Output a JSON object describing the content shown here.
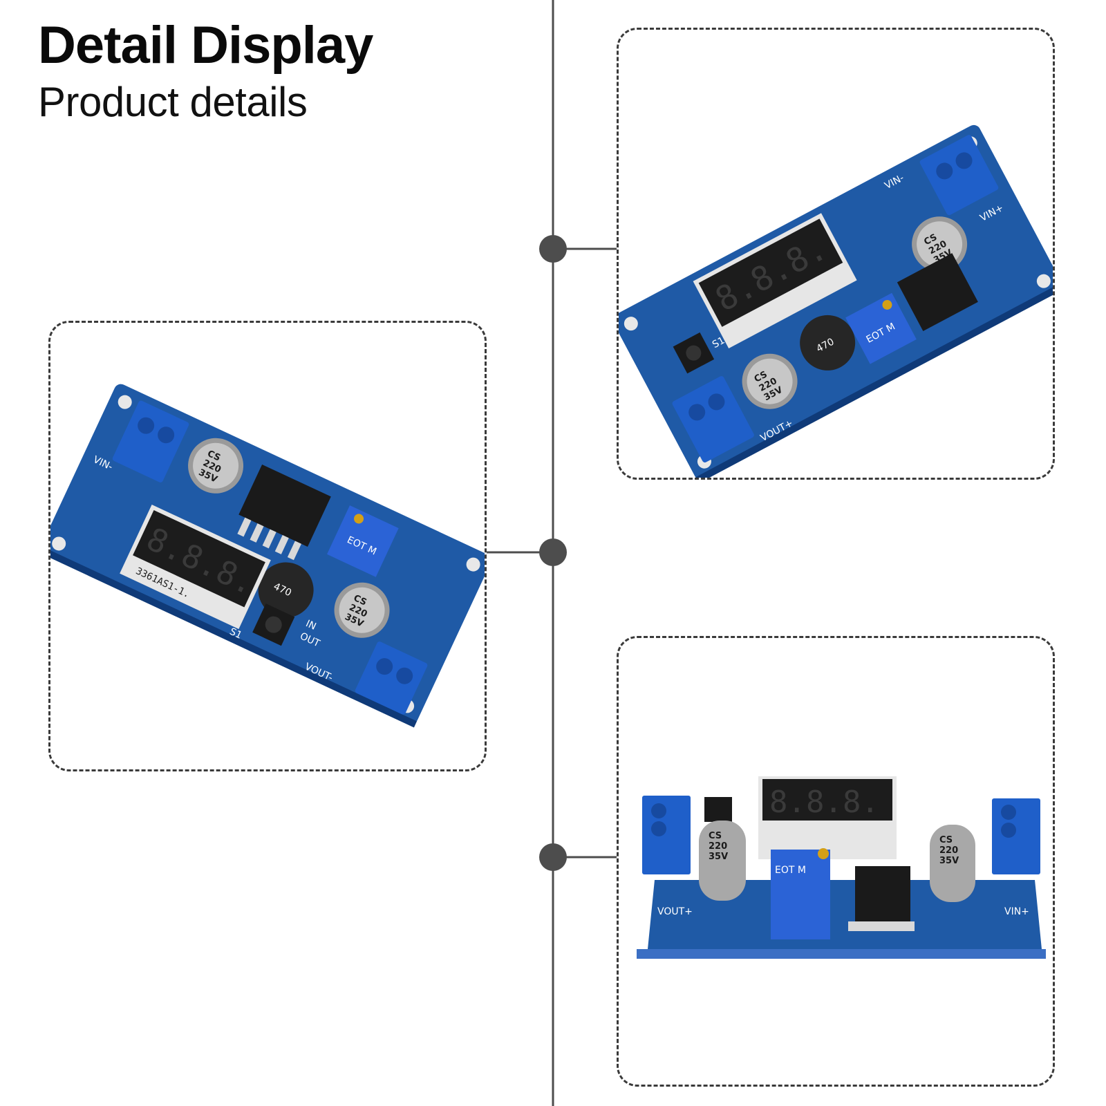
{
  "header": {
    "title": "Detail Display",
    "subtitle": "Product details"
  },
  "board": {
    "display_part": "3361AS1-1.",
    "display_digits": "8.8.8.",
    "inductor": "470",
    "trimpot": "EOT M",
    "capacitor_brand": "CS",
    "capacitor_value": "220",
    "capacitor_voltage": "35V",
    "label_vin_neg": "VIN-",
    "label_vin_pos": "VIN+",
    "label_vout_neg": "VOUT-",
    "label_vout_pos": "VOUT+",
    "label_button": "S1",
    "label_in": "IN",
    "label_out": "OUT"
  },
  "colors": {
    "pcb_blue": "#1f5aa6",
    "terminal_blue": "#1f5fc9",
    "line_gray": "#4d4d4d",
    "frame_dash": "#3a3a3a"
  }
}
